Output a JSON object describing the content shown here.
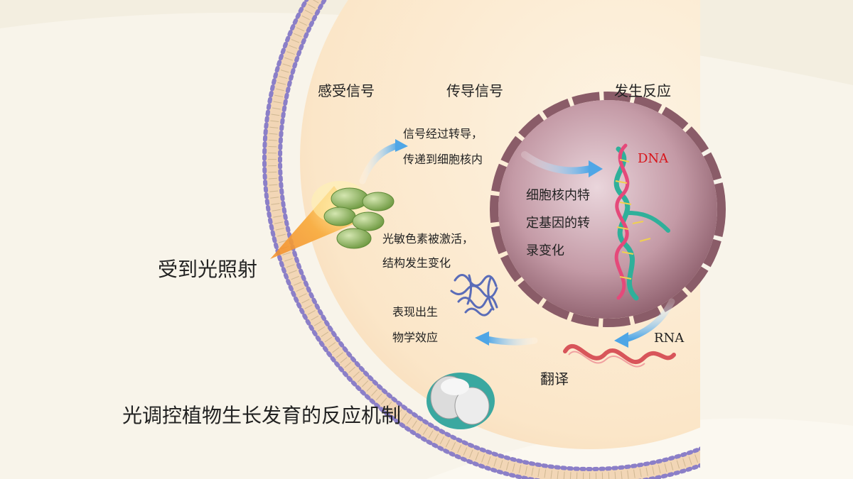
{
  "labels": {
    "sense": "感受信号",
    "transduce": "传导信号",
    "respond": "发生反应",
    "signal_line1": "信号经过转导，",
    "signal_line2": "传递到细胞核内",
    "photo_line1": "光敏色素被激活，",
    "photo_line2": "结构发生变化",
    "nucleus_line1": "细胞核内特",
    "nucleus_line2": "定基因的转",
    "nucleus_line3": "录变化",
    "dna": "DNA",
    "rna": "RNA",
    "translation": "翻译",
    "effect_line1": "表现出生",
    "effect_line2": "物学效应",
    "light": "受到光照射",
    "title": "光调控植物生长发育的反应机制"
  },
  "colors": {
    "background": "#f8f4ea",
    "cytoplasm": "#fbe8cc",
    "membrane_head": "#8b7fc8",
    "nucleus": "#9a6878",
    "arrow": "#6ab0e0",
    "dna_label": "#d8141a",
    "phytochrome": "#86b058",
    "light_cone": "#f5a030"
  }
}
